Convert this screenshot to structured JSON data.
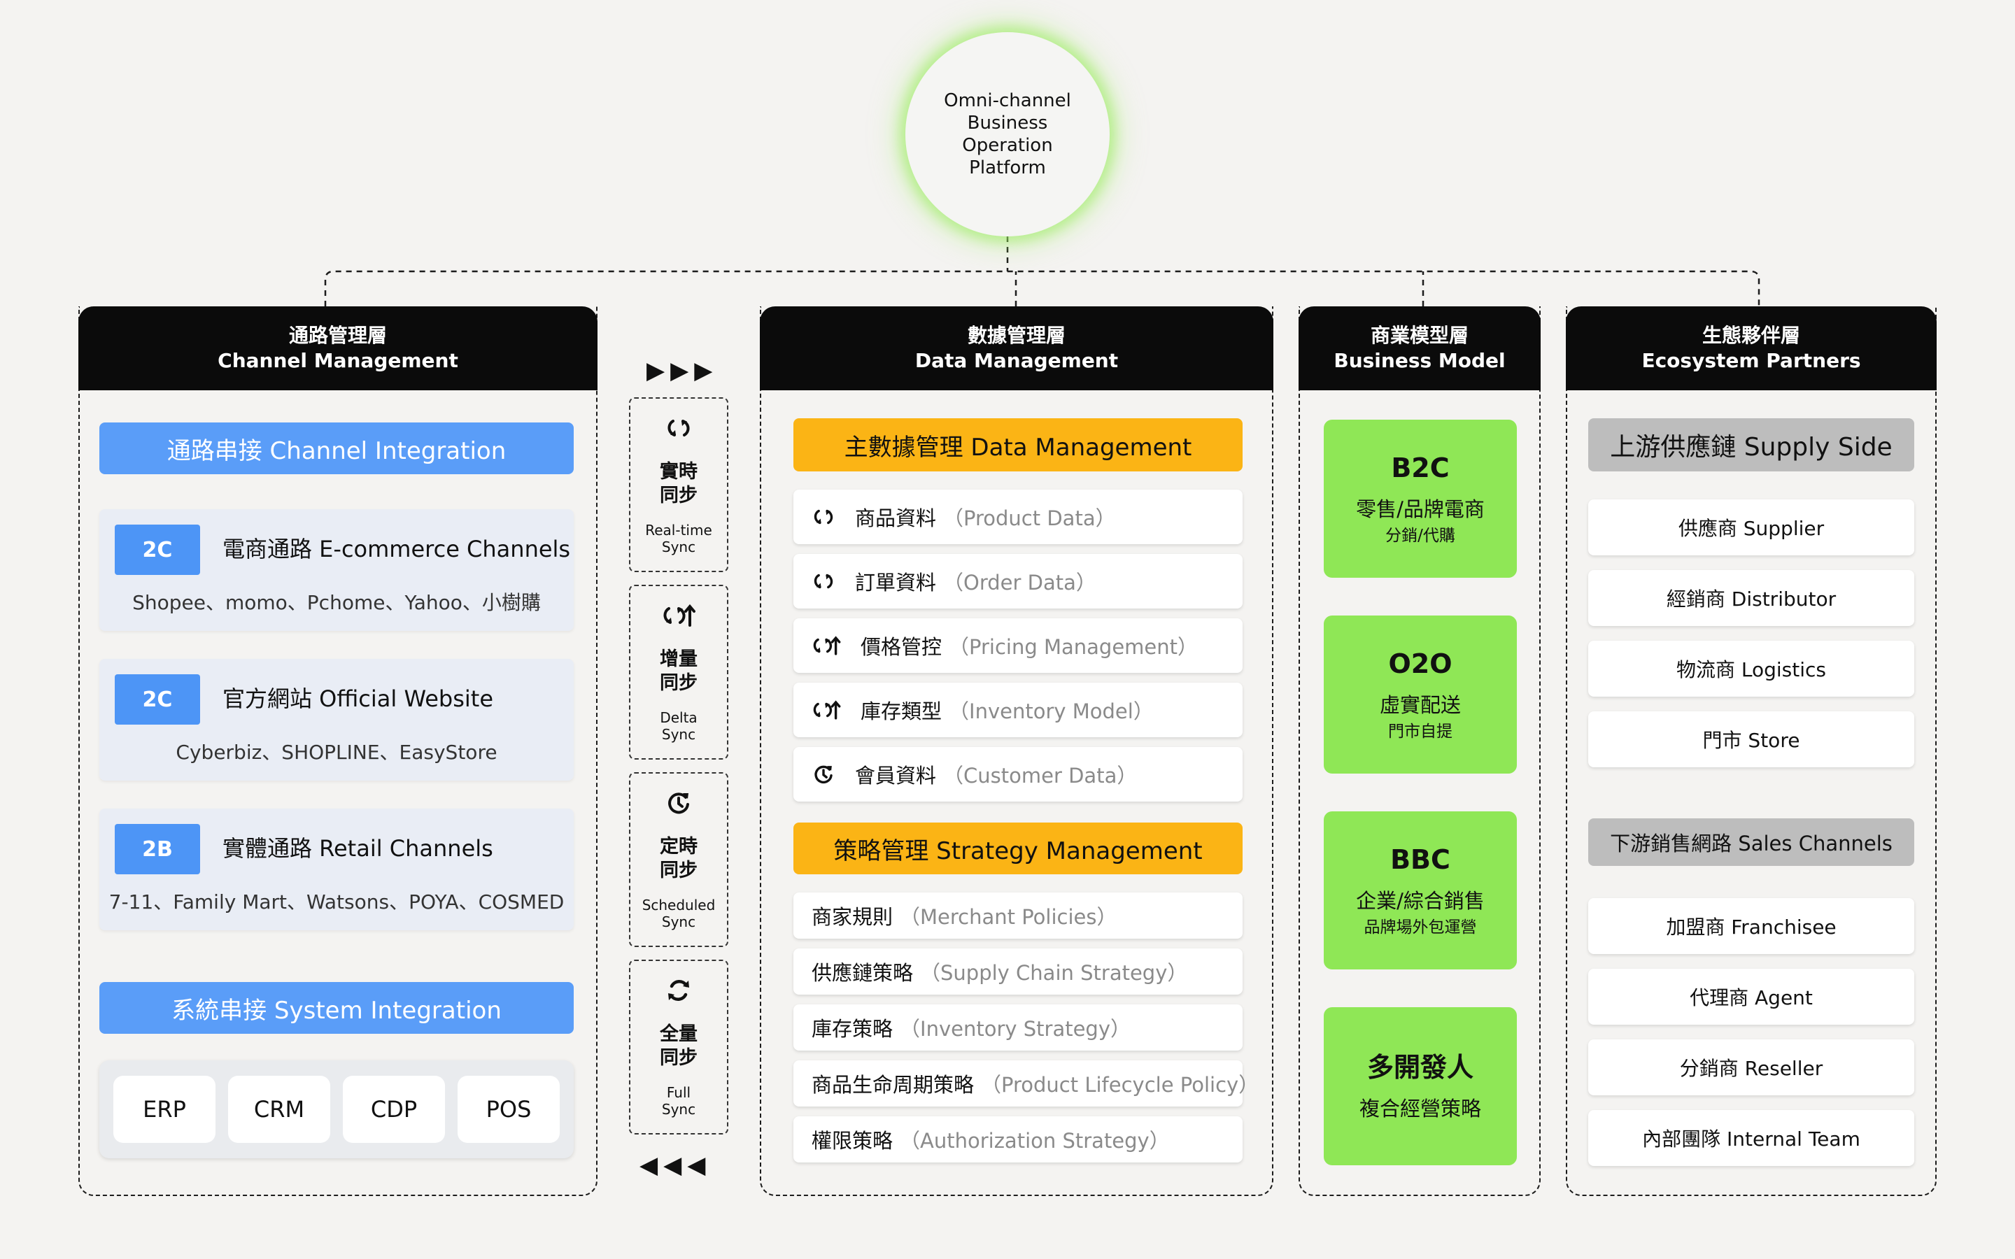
{
  "hub": {
    "label": "Omni-channel\nBusiness Operation\nPlatform"
  },
  "columns": {
    "channel": {
      "zh": "通路管理層",
      "en": "Channel Management"
    },
    "data": {
      "zh": "數據管理層",
      "en": "Data Management"
    },
    "business": {
      "zh": "商業模型層",
      "en": "Business Model"
    },
    "ecosystem": {
      "zh": "生態夥伴層",
      "en": "Ecosystem Partners"
    }
  },
  "channel": {
    "integration_label": "通路串接  Channel Integration",
    "cards": [
      {
        "tag": "2C",
        "title": "電商通路 E-commerce Channels",
        "sub": "Shopee、momo、Pchome、Yahoo、小樹購"
      },
      {
        "tag": "2C",
        "title": "官方網站 Official Website",
        "sub": "Cyberbiz、SHOPLINE、EasyStore"
      },
      {
        "tag": "2B",
        "title": "實體通路 Retail Channels",
        "sub": "7-11、Family Mart、Watsons、POYA、COSMED"
      }
    ],
    "system_label": "系統串接  System Integration",
    "systems": [
      "ERP",
      "CRM",
      "CDP",
      "POS"
    ]
  },
  "sync": {
    "arrows_top": "▶▶▶",
    "arrows_bottom": "◀◀◀",
    "items": [
      {
        "icon": "realtime-sync-icon",
        "zh": "實時\n同步",
        "en": "Real-time\nSync"
      },
      {
        "icon": "delta-sync-icon",
        "zh": "增量\n同步",
        "en": "Delta\nSync"
      },
      {
        "icon": "scheduled-sync-icon",
        "zh": "定時\n同步",
        "en": "Scheduled\nSync"
      },
      {
        "icon": "full-sync-icon",
        "zh": "全量\n同步",
        "en": "Full\nSync"
      }
    ]
  },
  "data": {
    "master_label": "主數據管理  Data Management",
    "master_rows": [
      {
        "icon": "realtime-sync-icon",
        "zh": "商品資料",
        "en": "（Product Data）"
      },
      {
        "icon": "realtime-sync-icon",
        "zh": "訂單資料",
        "en": "（Order Data）"
      },
      {
        "icon": "delta-sync-icon",
        "zh": "價格管控",
        "en": "（Pricing Management）"
      },
      {
        "icon": "delta-sync-icon",
        "zh": "庫存類型",
        "en": "（Inventory Model）"
      },
      {
        "icon": "scheduled-sync-icon",
        "zh": "會員資料",
        "en": "（Customer Data）"
      }
    ],
    "strategy_label": "策略管理  Strategy Management",
    "strategy_rows": [
      {
        "zh": "商家規則",
        "en": "（Merchant Policies）"
      },
      {
        "zh": "供應鏈策略",
        "en": "（Supply Chain Strategy）"
      },
      {
        "zh": "庫存策略",
        "en": "（Inventory Strategy）"
      },
      {
        "zh": "商品生命周期策略",
        "en": "（Product Lifecycle Policy）"
      },
      {
        "zh": "權限策略",
        "en": "（Authorization Strategy）"
      }
    ]
  },
  "business": {
    "models": [
      {
        "title": "B2C",
        "sub": "零售/品牌電商",
        "extra": "分銷/代購"
      },
      {
        "title": "O2O",
        "sub": "虛實配送",
        "extra": "門市自提"
      },
      {
        "title": "BBC",
        "sub": "企業/綜合銷售",
        "extra": "品牌場外包運營"
      },
      {
        "title": "多開發人",
        "sub": "複合經營策略",
        "extra": ""
      }
    ]
  },
  "ecosystem": {
    "supply_label": "上游供應鏈 Supply Side",
    "supply": [
      "供應商 Supplier",
      "經銷商 Distributor",
      "物流商 Logistics",
      "門市 Store"
    ],
    "sales_label": "下游銷售網路 Sales Channels",
    "sales": [
      "加盟商 Franchisee",
      "代理商 Agent",
      "分銷商 Reseller",
      "內部團隊 Internal Team"
    ]
  },
  "colors": {
    "blue": "#5a9df8",
    "yellow": "#fbb415",
    "green": "#8fe756",
    "grey": "#bdbdbd",
    "header": "#0b0b0b"
  }
}
